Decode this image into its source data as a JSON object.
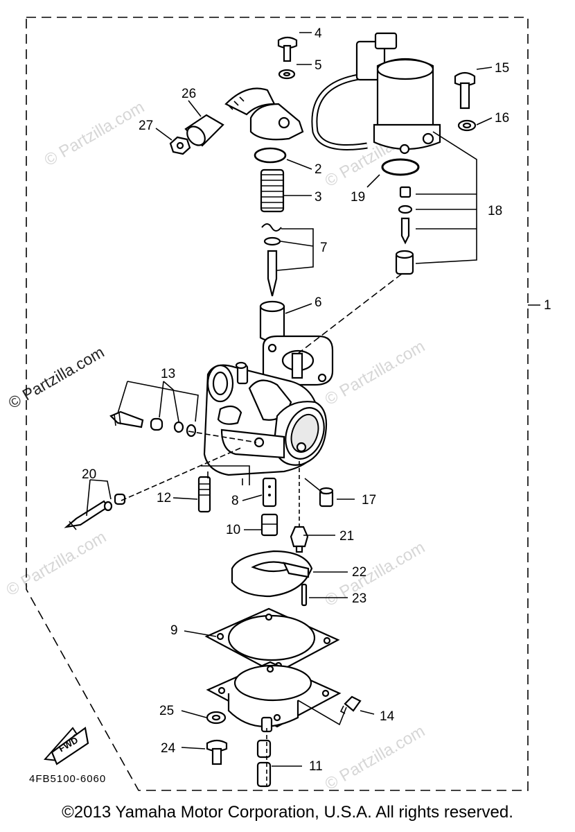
{
  "diagram": {
    "callouts": {
      "c1": "1",
      "c2": "2",
      "c3": "3",
      "c4": "4",
      "c5": "5",
      "c6": "6",
      "c7": "7",
      "c8": "8",
      "c9": "9",
      "c10": "10",
      "c11": "11",
      "c12": "12",
      "c13": "13",
      "c14": "14",
      "c15": "15",
      "c16": "16",
      "c17": "17",
      "c18": "18",
      "c19": "19",
      "c20": "20",
      "c21": "21",
      "c22": "22",
      "c23": "23",
      "c24": "24",
      "c25": "25",
      "c26": "26",
      "c27": "27"
    },
    "part_code": "4FB5100-6060",
    "fwd_label": "FWD",
    "watermark": "© Partzilla.com"
  },
  "footer": {
    "copyright": "©2013  Yamaha Motor Corporation, U.S.A. All rights reserved."
  }
}
